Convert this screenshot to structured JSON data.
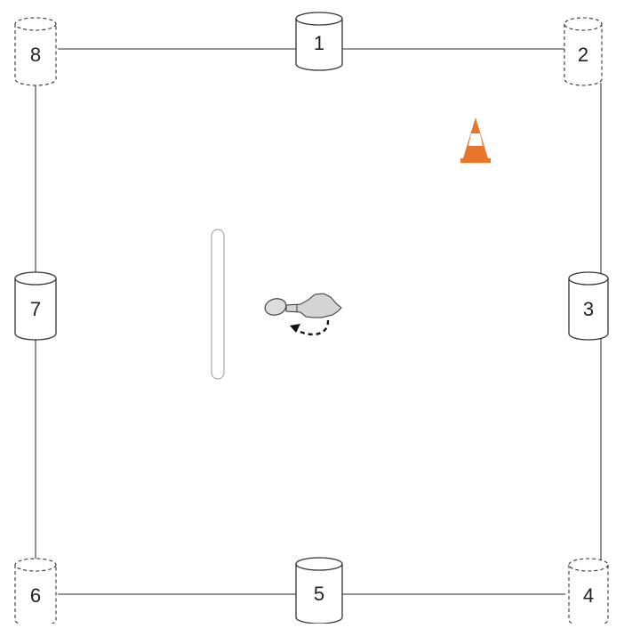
{
  "diagram": {
    "containers": [
      {
        "label": "1",
        "style": "solid"
      },
      {
        "label": "2",
        "style": "dashed"
      },
      {
        "label": "3",
        "style": "solid"
      },
      {
        "label": "4",
        "style": "dashed"
      },
      {
        "label": "5",
        "style": "solid"
      },
      {
        "label": "6",
        "style": "dashed"
      },
      {
        "label": "7",
        "style": "solid"
      },
      {
        "label": "8",
        "style": "dashed"
      }
    ],
    "connections": [
      [
        "8",
        "1"
      ],
      [
        "1",
        "2"
      ],
      [
        "2",
        "3"
      ],
      [
        "3",
        "4"
      ],
      [
        "4",
        "5"
      ],
      [
        "5",
        "6"
      ],
      [
        "6",
        "7"
      ],
      [
        "7",
        "8"
      ]
    ],
    "icons": {
      "cone": "traffic-cone-icon",
      "pole": "vertical-pole-icon",
      "animal": "mouse-animal-icon",
      "object": "oval-object-icon",
      "arrow": "dashed-curved-arrow-icon"
    },
    "colors": {
      "cone_orange": "#e8752a",
      "cone_stripe": "#ffffff",
      "line": "#555555",
      "animal_fill": "#d4d4d4"
    }
  }
}
